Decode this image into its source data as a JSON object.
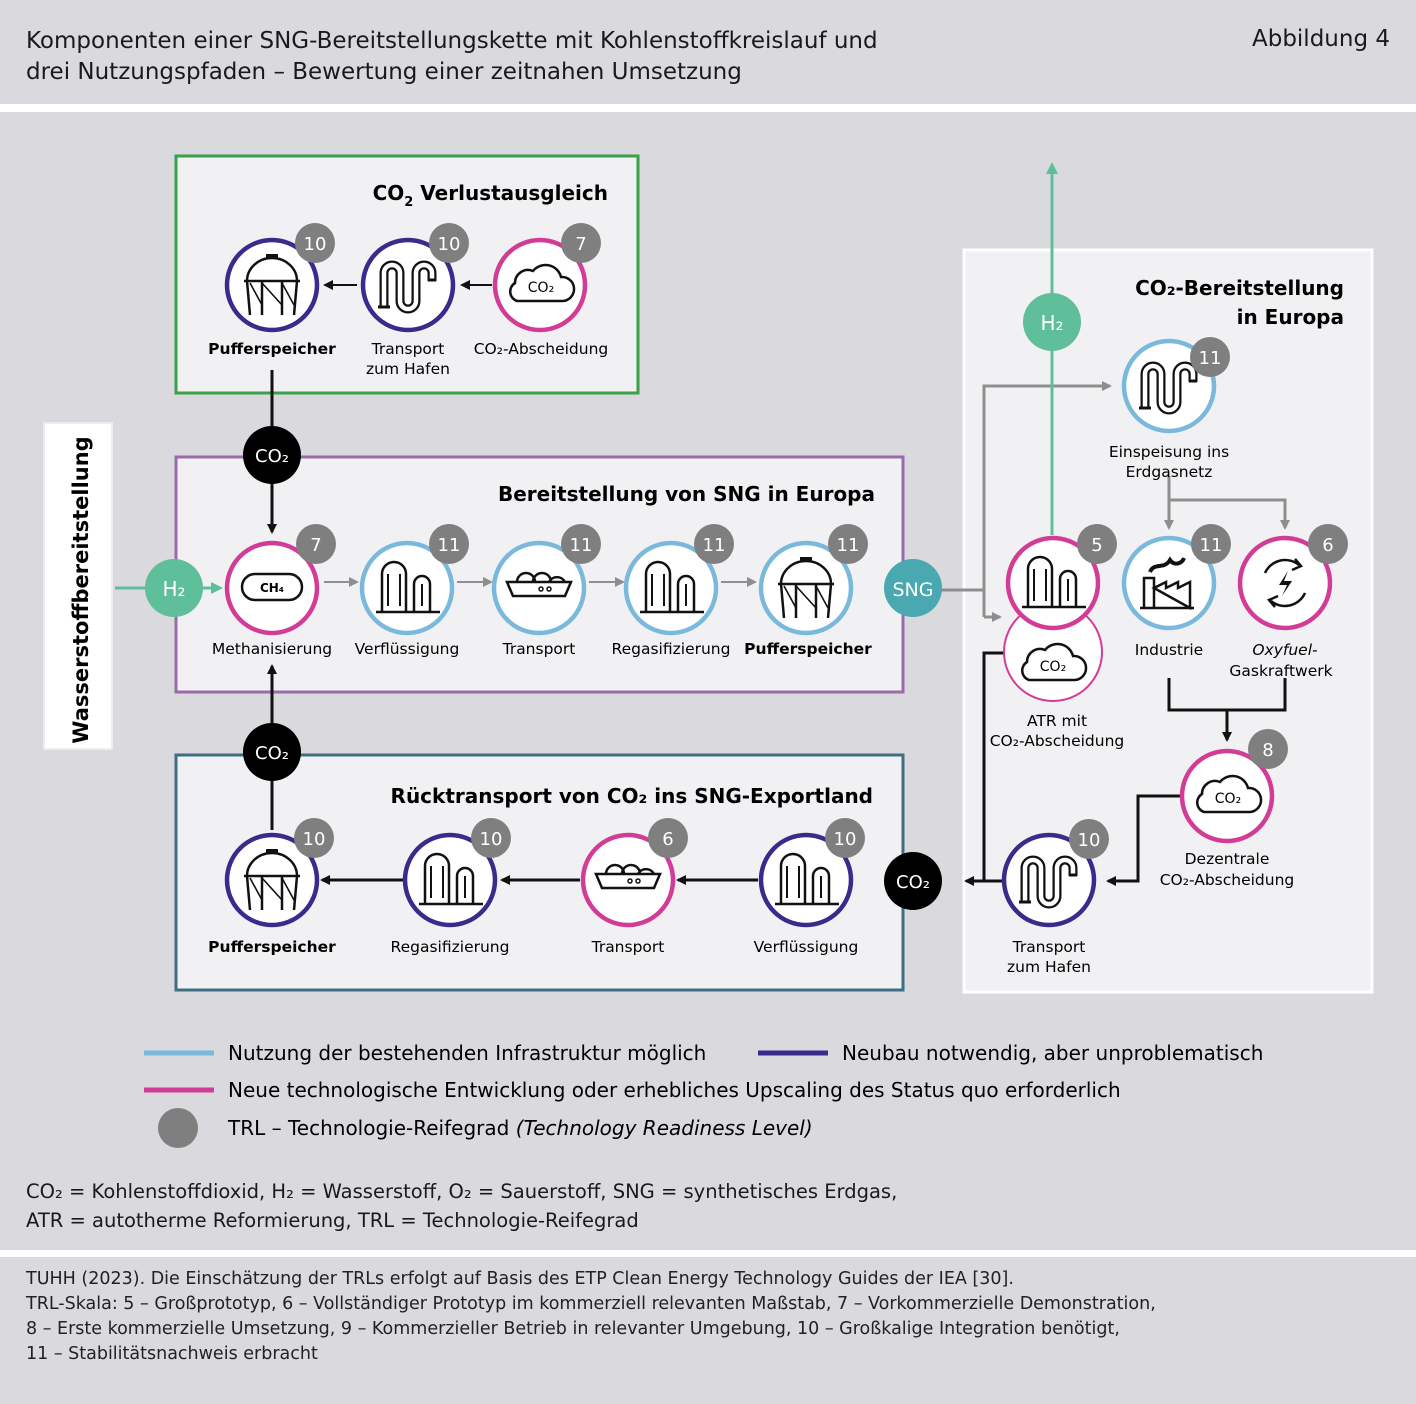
{
  "header": {
    "title_line1": "Komponenten einer SNG-Bereitstellungskette mit Kohlenstoffkreislauf und",
    "title_line2": "drei Nutzungspfaden – Bewertung einer zeitnahen Umsetzung",
    "figure_label": "Abbildung 4"
  },
  "colors": {
    "existing": "#7ab8dc",
    "new_build": "#3a2a8c",
    "new_tech": "#d23c96",
    "trl_badge": "#7f7f80",
    "hydrogen": "#5fbf9a",
    "sng": "#4aa8b0",
    "box_green": "#3aa04a",
    "box_purple": "#9a6aac",
    "box_teal": "#3d6f82"
  },
  "side_label": "Wasserstoffbereitstellung",
  "boxes": {
    "loss": {
      "title_pre": "CO",
      "title_sub": "2",
      "title_post": " Verlustausgleich",
      "nodes": [
        {
          "label": "Pufferspeicher",
          "trl": "10"
        },
        {
          "label_1": "Transport",
          "label_2": "zum Hafen",
          "trl": "10"
        },
        {
          "label": "CO₂-Abscheidung",
          "trl": "7"
        }
      ]
    },
    "sng": {
      "title": "Bereitstellung von SNG in Europa",
      "nodes": [
        {
          "label": "Methanisierung",
          "trl": "7",
          "icon_text": "CH₄"
        },
        {
          "label": "Verflüssigung",
          "trl": "11"
        },
        {
          "label": "Transport",
          "trl": "11"
        },
        {
          "label": "Regasifizierung",
          "trl": "11"
        },
        {
          "label": "Pufferspeicher",
          "trl": "11"
        }
      ]
    },
    "return": {
      "title": "Rücktransport von CO₂ ins SNG-Exportland",
      "nodes": [
        {
          "label": "Pufferspeicher",
          "trl": "10"
        },
        {
          "label": "Regasifizierung",
          "trl": "10"
        },
        {
          "label": "Transport",
          "trl": "6"
        },
        {
          "label": "Verflüssigung",
          "trl": "10"
        }
      ]
    },
    "europe": {
      "title_1": "CO₂-Bereitstellung",
      "title_2": "in Europa",
      "nodes": {
        "grid": {
          "label_1": "Einspeisung ins",
          "label_2": "Erdgasnetz",
          "trl": "11"
        },
        "atr": {
          "label_1": "ATR mit",
          "label_2": "CO₂-Abscheidung",
          "trl": "5"
        },
        "industry": {
          "label": "Industrie",
          "trl": "11"
        },
        "oxyfuel": {
          "label_1": "Oxyfuel-",
          "label_2": "Gaskraftwerk",
          "trl": "6"
        },
        "decentral": {
          "label_1": "Dezentrale",
          "label_2": "CO₂-Abscheidung",
          "trl": "8"
        },
        "port": {
          "label_1": "Transport",
          "label_2": "zum Hafen",
          "trl": "10"
        }
      }
    }
  },
  "flow_labels": {
    "h2": "H₂",
    "co2": "CO₂",
    "sng": "SNG",
    "cloud_co2": "CO₂"
  },
  "legend": {
    "existing": "Nutzung der bestehenden Infrastruktur möglich",
    "new_build": "Neubau notwendig, aber unproblematisch",
    "new_tech": "Neue technologische Entwicklung oder erhebliches Upscaling des Status quo erforderlich",
    "trl_pre": "TRL – Technologie-Reifegrad ",
    "trl_italic": "(Technology Readiness Level)"
  },
  "abbreviations": "CO₂ = Kohlenstoffdioxid, H₂ = Wasserstoff, O₂ = Sauerstoff, SNG = synthetisches Erdgas,\nATR = autotherme Reformierung, TRL = Technologie-Reifegrad",
  "source": "TUHH (2023). Die Einschätzung der TRLs erfolgt auf Basis des ETP Clean Energy Technology Guides der IEA [30].\nTRL-Skala: 5 – Großprototyp, 6 – Vollständiger Prototyp im kommerziell relevanten Maßstab, 7 – Vorkommerzielle Demonstration,\n8 – Erste kommerzielle Umsetzung, 9 – Kommerzieller Betrieb in relevanter Umgebung, 10 – Großkalige Integration benötigt,\n11 – Stabilitätsnachweis erbracht"
}
